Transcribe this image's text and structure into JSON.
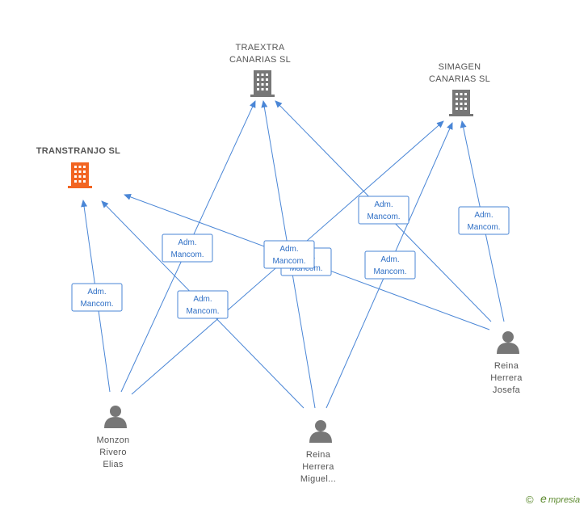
{
  "companies": {
    "transtranjo": {
      "name": "TRANSTRANJO SL",
      "color": "#f26522",
      "icon": "building-icon"
    },
    "traextra": {
      "name_line1": "TRAEXTRA",
      "name_line2": "CANARIAS SL",
      "color": "#777777",
      "icon": "building-icon"
    },
    "simagen": {
      "name_line1": "SIMAGEN",
      "name_line2": "CANARIAS SL",
      "color": "#777777",
      "icon": "building-icon"
    }
  },
  "persons": {
    "monzon": {
      "line1": "Monzon",
      "line2": "Rivero",
      "line3": "Elias",
      "icon": "person-icon"
    },
    "reina_miguel": {
      "line1": "Reina",
      "line2": "Herrera",
      "line3": "Miguel...",
      "icon": "person-icon"
    },
    "reina_josefa": {
      "line1": "Reina",
      "line2": "Herrera",
      "line3": "Josefa",
      "icon": "person-icon"
    }
  },
  "relations": {
    "label_line1": "Adm.",
    "label_line2": "Mancom."
  },
  "brand": {
    "copyright": "©",
    "name": "mpresia",
    "initial": "e"
  },
  "colors": {
    "edge": "#4a86d6",
    "person": "#777777"
  }
}
